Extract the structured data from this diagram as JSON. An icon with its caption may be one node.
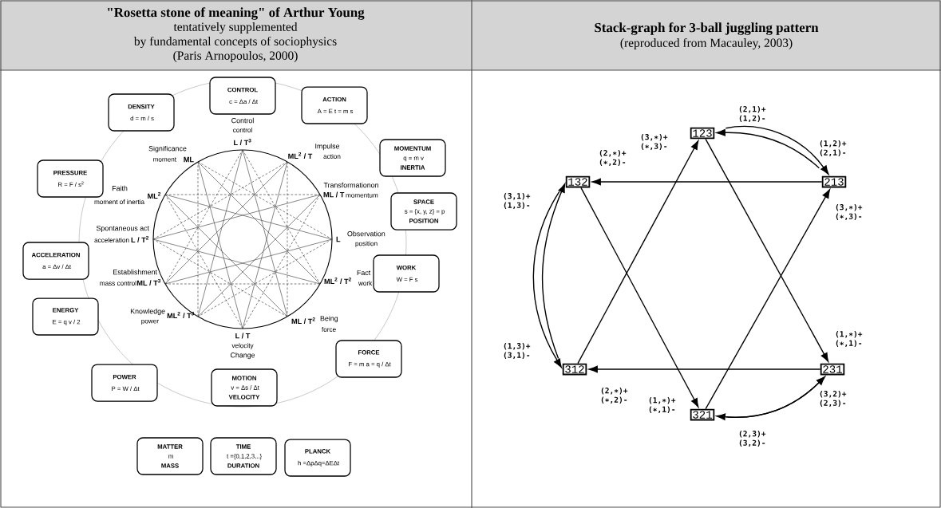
{
  "diagram": {
    "nodes": [
      {
        "text": [
          "CONTROL",
          "c = Δa / Δt"
        ]
      },
      {
        "text": [
          "ACTION",
          "A = E t = m s"
        ]
      },
      {
        "text": [
          "MOMENTUM",
          "q = m v",
          "INERTIA"
        ]
      },
      {
        "text": [
          "SPACE",
          "s = {x, y, z} = p",
          "POSITION"
        ]
      },
      {
        "text": [
          "WORK",
          "W = F s"
        ]
      },
      {
        "text": [
          "FORCE",
          "F = m a = q / Δt"
        ]
      },
      {
        "text": [
          "MOTION",
          "v = Δs / Δt",
          "VELOCITY"
        ]
      },
      {
        "text": [
          "POWER",
          "P = W / Δt"
        ]
      },
      {
        "text": [
          "ENERGY",
          "E = q v / 2"
        ]
      },
      {
        "text": [
          "ACCELERATION",
          "a = Δv / Δt"
        ]
      },
      {
        "text": [
          "PRESSURE",
          "R = F / s$^{2}$"
        ]
      },
      {
        "text": [
          "DENSITY",
          "d = m / s"
        ]
      },
      {
        "text": [
          "MATTER",
          "m",
          "MASS"
        ]
      },
      {
        "text": [
          "TIME",
          "t ={0,1,2,3,..}",
          "DURATION"
        ]
      },
      {
        "text": [
          "PLANCK",
          "h =ΔpΔq=ΔEΔt"
        ]
      },
      {
        "text": [
          "123"
        ]
      },
      {
        "text": [
          "213"
        ]
      },
      {
        "text": [
          "231"
        ]
      },
      {
        "text": [
          "321"
        ]
      },
      {
        "text": [
          "312"
        ]
      },
      {
        "text": [
          "132"
        ]
      }
    ],
    "edges": [
      {
        "from": 16,
        "to": 20,
        "arrow": "to",
        "label": "(2,∗)+ (∗,2)-"
      },
      {
        "from": 17,
        "to": 19,
        "arrow": "to",
        "label": "(2,∗)+ (∗,2)-"
      },
      {
        "from": 19,
        "to": 15,
        "arrow": "to",
        "label": "(3,∗)+ (∗,3)-"
      },
      {
        "from": 18,
        "to": 16,
        "arrow": "to",
        "label": "(3,∗)+ (∗,3)-"
      },
      {
        "from": 20,
        "to": 18,
        "arrow": "to",
        "label": "(1,∗)+ (∗,1)-"
      },
      {
        "from": 15,
        "to": 17,
        "arrow": "to",
        "label": "(1,∗)+ (∗,1)-"
      },
      {
        "from": 15,
        "to": 16,
        "arrow": "to",
        "label": "(1,2)+ (2,1)-"
      },
      {
        "from": 16,
        "to": 15,
        "arrow": "to",
        "label": "(2,1)+ (1,2)-"
      },
      {
        "from": 19,
        "to": 20,
        "arrow": "to",
        "label": "(3,1)+ (1,3)-"
      },
      {
        "from": 20,
        "to": 19,
        "arrow": "to",
        "label": "(1,3)+ (3,1)-"
      },
      {
        "from": 18,
        "to": 17,
        "arrow": "to",
        "label": "(3,2)+ (2,3)-"
      },
      {
        "from": 17,
        "to": 18,
        "arrow": "to",
        "label": "(2,3)+ (3,2)-"
      }
    ],
    "labels": [
      "\"Rosetta stone of meaning\" of Arthur Young",
      "tentatively supplemented",
      "by fundamental concepts of sociophysics",
      "(Paris Arnopoulos, 2000)",
      "Stack-graph for 3-ball juggling pattern",
      "(reproduced from Macauley, 2003)",
      "Control",
      "control",
      "L / T$^{3}$",
      "Impulse",
      "action",
      "ML$^{2}$ / T",
      "Transformationon",
      "momentum",
      "ML / T",
      "Observation",
      "position",
      "L",
      "Fact",
      "work",
      "ML$^{2}$ / T$^{2}$",
      "Being",
      "force",
      "ML / T$^{2}$",
      "Change",
      "velocity",
      "L / T",
      "Knowledge",
      "power",
      "ML$^{2}$ / T$^{3}$",
      "Establishment",
      "mass control",
      "ML / T$^{3}$",
      "Spontaneous act",
      "acceleration",
      "L / T$^{2}$",
      "Faith",
      "moment of inertia",
      "ML$^{2}$",
      "Significance",
      "moment",
      "ML"
    ]
  }
}
